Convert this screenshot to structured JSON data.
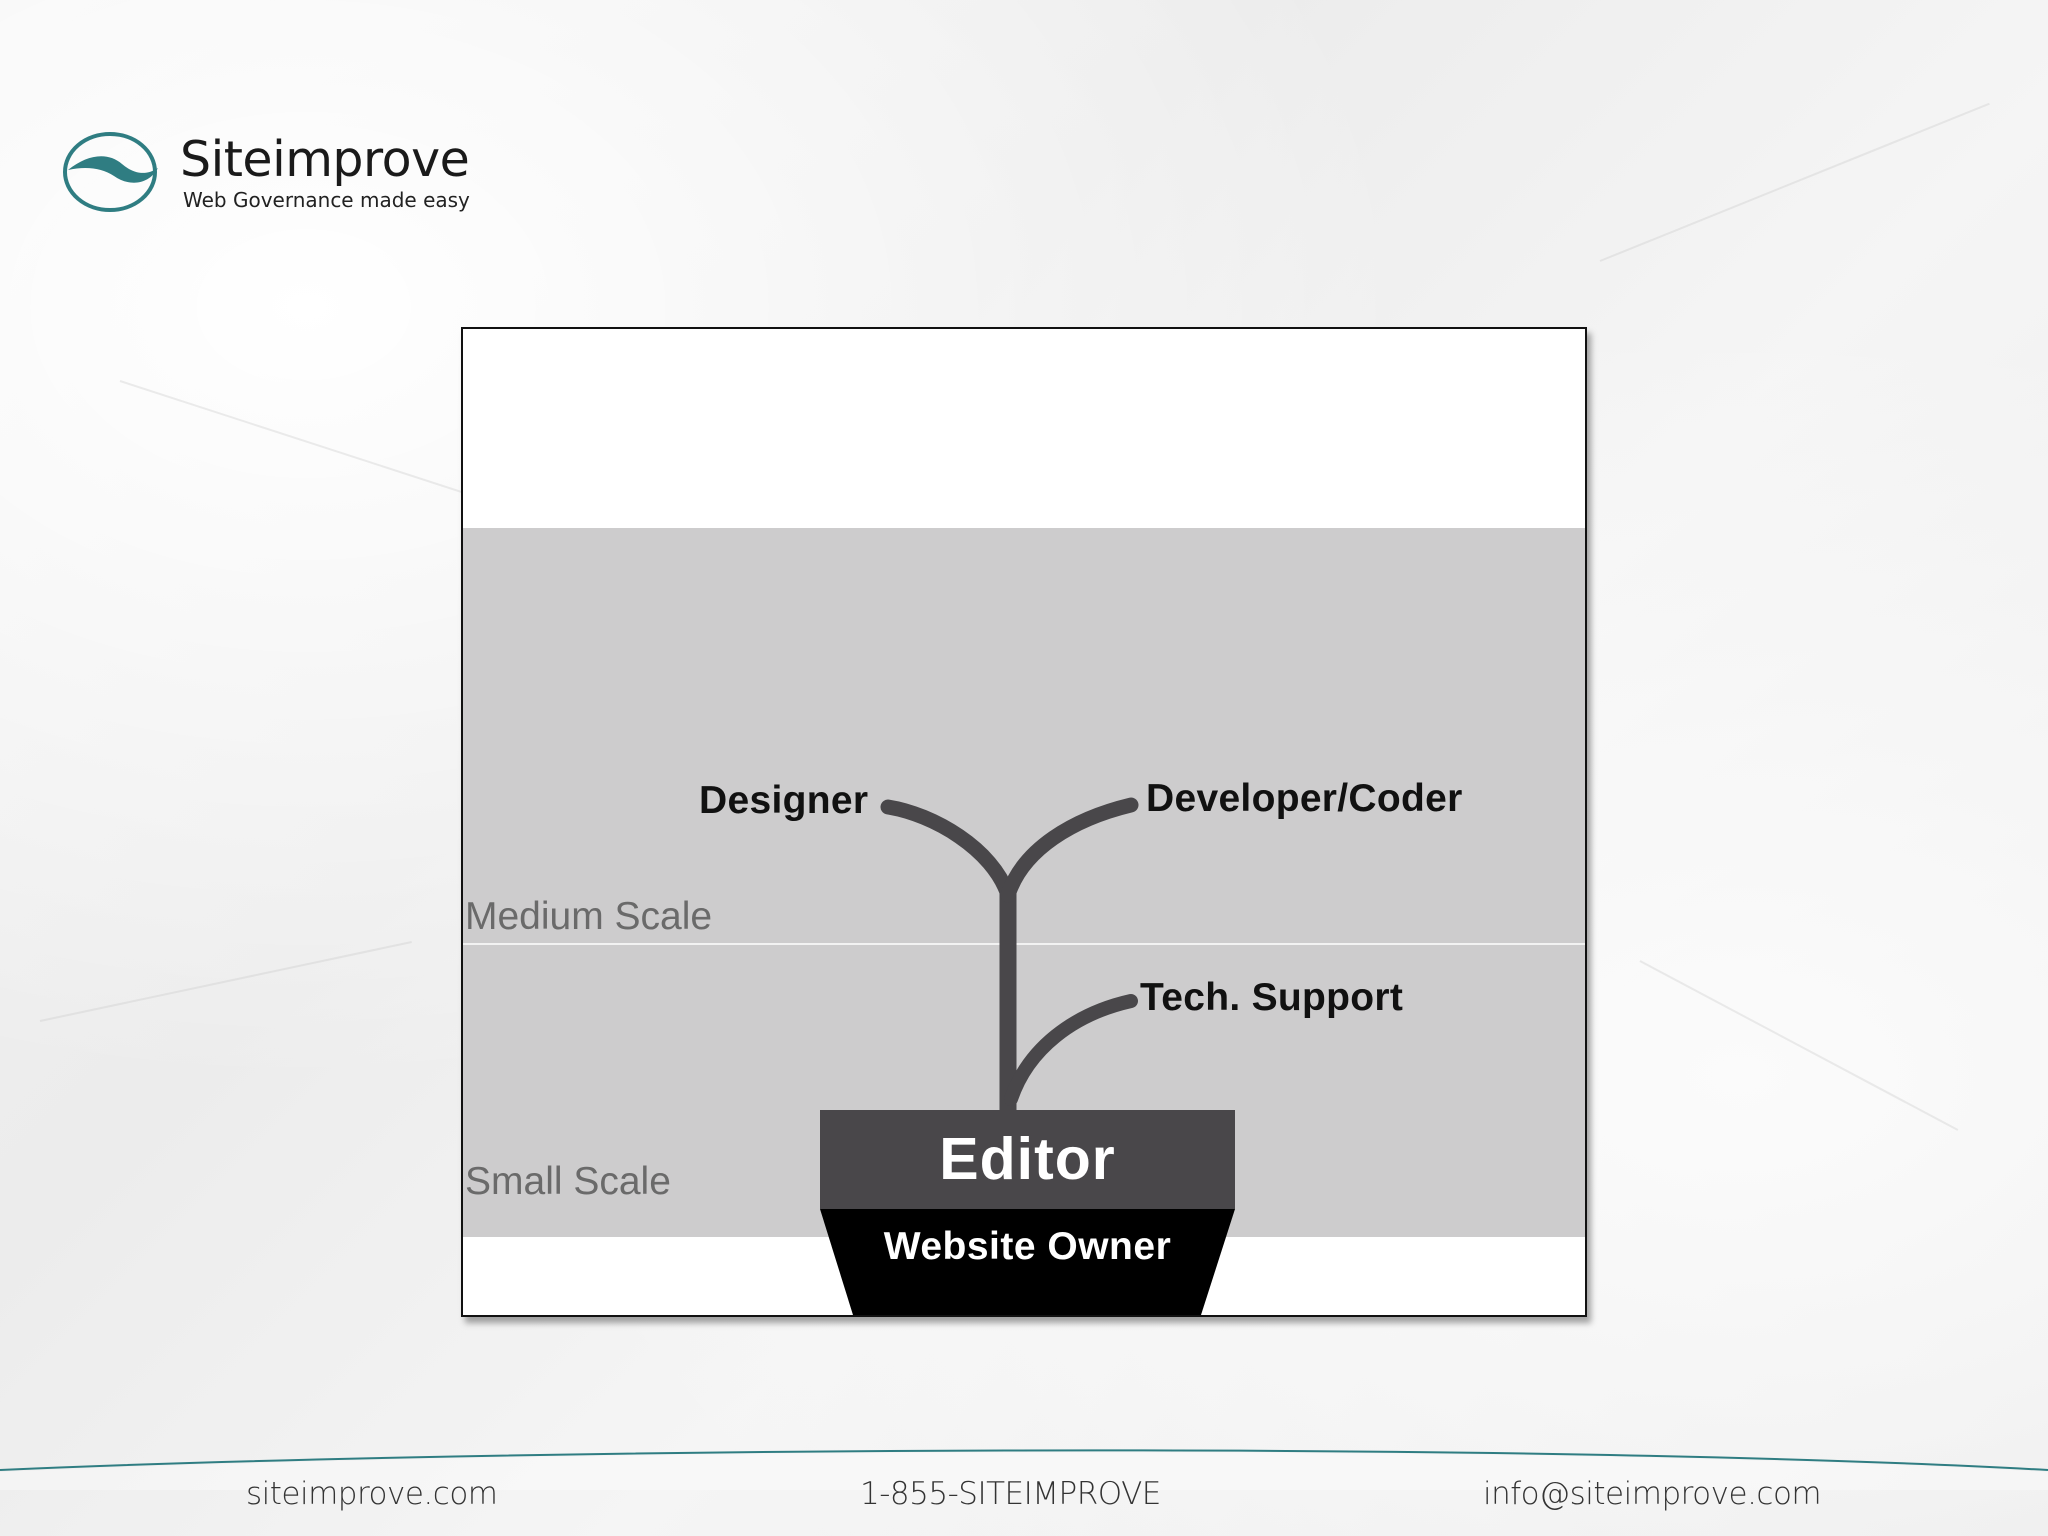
{
  "logo": {
    "name": "Siteimprove",
    "tagline": "Web Governance made easy",
    "accent_color": "#2f7d82"
  },
  "diagram": {
    "scales": {
      "medium": "Medium Scale",
      "small": "Small Scale"
    },
    "roles": {
      "designer": "Designer",
      "developer": "Developer/Coder",
      "support": "Tech. Support",
      "editor": "Editor",
      "owner": "Website Owner"
    },
    "colors": {
      "band": "#cdcccd",
      "stem": "#49474a",
      "editor_box": "#49474a",
      "owner_pot": "#000000"
    }
  },
  "footer": {
    "website": "siteimprove.com",
    "phone": "1-855-SITEIMPROVE",
    "email": "info@siteimprove.com",
    "curve_color": "#2f7d82"
  }
}
